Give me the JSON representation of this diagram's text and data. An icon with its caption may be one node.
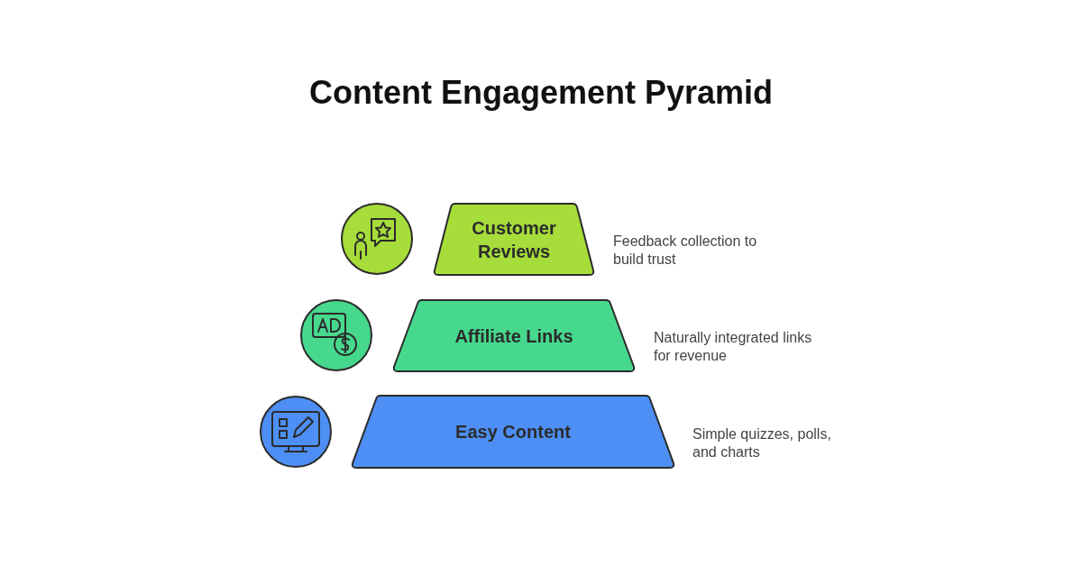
{
  "diagram": {
    "title": "Content Engagement Pyramid",
    "nodes": [
      {
        "text": [],
        "shape": "circle"
      },
      {
        "text": [
          "Customer Reviews"
        ],
        "beside": [
          "Feedback collection to build trust"
        ]
      },
      {
        "text": [],
        "shape": "circle"
      },
      {
        "text": [
          "Affiliate Links"
        ],
        "beside": [
          "Naturally integrated links for revenue"
        ]
      },
      {
        "text": [],
        "shape": "circle"
      },
      {
        "text": [
          "Easy Content"
        ],
        "beside": [
          "Simple quizzes, polls, and charts"
        ]
      }
    ],
    "edges": []
  }
}
